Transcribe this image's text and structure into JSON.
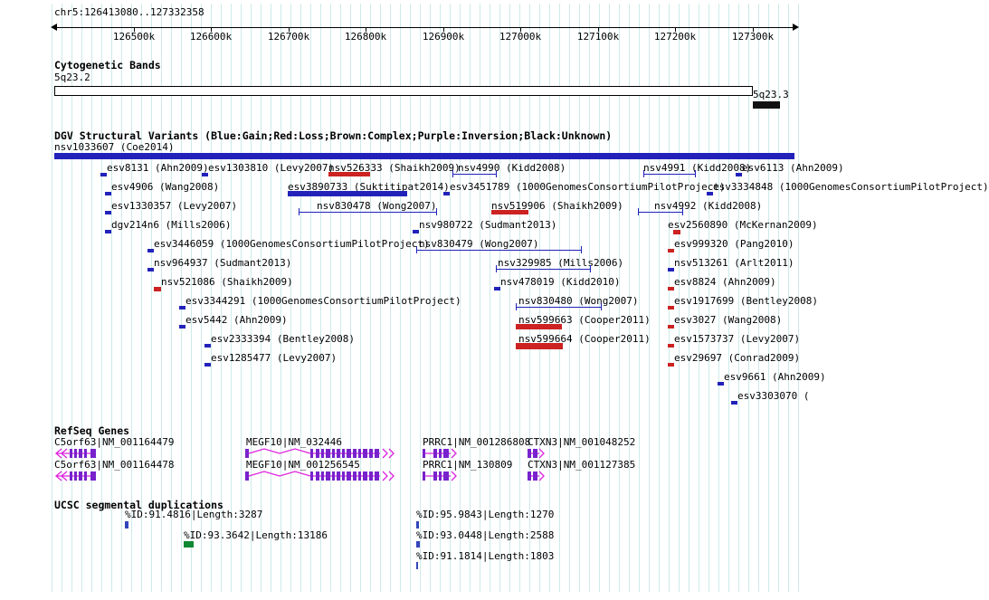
{
  "palette": {
    "gain": "#2222bb",
    "loss": "#cc2222",
    "complex": "#8b5a2b",
    "inversion": "#770099",
    "unknown": "#000000",
    "grid": "#cdeaea",
    "geneline": "#dd22dd",
    "exon": "#7722cc",
    "segblue": "#3344bb",
    "seggreen": "#118833",
    "band_fill": "#ffffff",
    "band_dark": "#111111"
  },
  "chart_data": {
    "type": "table",
    "title": "chr5:126413080..127332358",
    "chromosome": "chr5",
    "view_start_bp": 126413080,
    "view_end_bp": 127332358,
    "x_ticks": [
      "126500k",
      "126600k",
      "126700k",
      "126800k",
      "126900k",
      "127000k",
      "127100k",
      "127200k",
      "127300k"
    ],
    "tracks": [
      {
        "name": "Cytogenetic Bands",
        "features": [
          {
            "label": "5q23.2",
            "start_bp": 126413080,
            "end_bp": 127278400
          },
          {
            "label": "5q23.3",
            "start_bp": 127280700,
            "end_bp": 127332358
          }
        ]
      },
      {
        "name": "DGV Structural Variants (Blue:Gain;Red:Loss;Brown:Complex;Purple:Inversion;Black:Unknown)",
        "legend": {
          "Blue": "Gain",
          "Red": "Loss",
          "Brown": "Complex",
          "Purple": "Inversion",
          "Black": "Unknown"
        },
        "features": [
          {
            "label": "nsv1033607 (Coe2014)",
            "type": "gain",
            "start_bp": 126413080,
            "end_bp": 127332358
          },
          {
            "label": "esv8131 (Ahn2009)",
            "type": "gain",
            "pos_bp": 126473800
          },
          {
            "label": "esv1303810 (Levy2007)",
            "type": "gain",
            "pos_bp": 126599600
          },
          {
            "label": "nsv526333 (Shaikh2009)",
            "type": "loss",
            "start_bp": 126753600,
            "end_bp": 126805300
          },
          {
            "label": "nsv4990 (Kidd2008)",
            "type": "gain",
            "start_bp": 126907600,
            "end_bp": 126960400
          },
          {
            "label": "nsv4991 (Kidd2008)",
            "type": "gain",
            "start_bp": 127144700,
            "end_bp": 127207600
          },
          {
            "label": "esv6113 (Ahn2009)",
            "type": "gain",
            "pos_bp": 127262700
          },
          {
            "label": "esv4906 (Wang2008)",
            "type": "gain",
            "pos_bp": 126479400
          },
          {
            "label": "esv3890733 (Suktitipat2014)",
            "type": "gain",
            "start_bp": 126703000,
            "end_bp": 126851400
          },
          {
            "label": "esv3451789 (1000GenomesConsortiumPilotProject)",
            "type": "gain",
            "pos_bp": 126899700
          },
          {
            "label": "esv3334848 (1000GenomesConsortiumPilotProject)",
            "type": "gain",
            "pos_bp": 127226700
          },
          {
            "label": "esv1330357 (Levy2007)",
            "type": "gain",
            "pos_bp": 126479400
          },
          {
            "label": "nsv830478 (Wong2007)",
            "type": "gain",
            "start_bp": 126716500,
            "end_bp": 126886200
          },
          {
            "label": "nsv519906 (Shaikh2009)",
            "type": "loss",
            "start_bp": 126955900,
            "end_bp": 127002000
          },
          {
            "label": "nsv4992 (Kidd2008)",
            "type": "gain",
            "start_bp": 127137900,
            "end_bp": 127191900
          },
          {
            "label": "dgv214n6 (Mills2006)",
            "type": "gain",
            "pos_bp": 126479400
          },
          {
            "label": "nsv980722 (Sudmant2013)",
            "type": "gain",
            "pos_bp": 126861500
          },
          {
            "label": "esv2560890 (McKernan2009)",
            "type": "loss",
            "pos_bp": 127186300
          },
          {
            "label": "esv3446059 (1000GenomesConsortiumPilotProject)",
            "type": "gain",
            "pos_bp": 126532200
          },
          {
            "label": "nsv830479 (Wong2007)",
            "type": "gain",
            "start_bp": 126862600,
            "end_bp": 127066000
          },
          {
            "label": "esv999320 (Pang2010)",
            "type": "loss",
            "pos_bp": 127178400
          },
          {
            "label": "nsv964937 (Sudmant2013)",
            "type": "gain",
            "pos_bp": 126532200
          },
          {
            "label": "nsv329985 (Mills2006)",
            "type": "gain",
            "start_bp": 126961500,
            "end_bp": 127077200
          },
          {
            "label": "nsv513261 (Arlt2011)",
            "type": "gain",
            "pos_bp": 127178400
          },
          {
            "label": "nsv521086 (Shaikh2009)",
            "type": "loss",
            "pos_bp": 126541200
          },
          {
            "label": "nsv478019 (Kidd2010)",
            "type": "gain",
            "pos_bp": 126962600
          },
          {
            "label": "esv8824 (Ahn2009)",
            "type": "loss",
            "pos_bp": 127178400
          },
          {
            "label": "esv3344291 (1000GenomesConsortiumPilotProject)",
            "type": "gain",
            "pos_bp": 126571500
          },
          {
            "label": "nsv830480 (Wong2007)",
            "type": "gain",
            "start_bp": 126986200,
            "end_bp": 127090700
          },
          {
            "label": "esv1917699 (Bentley2008)",
            "type": "loss",
            "pos_bp": 127178400
          },
          {
            "label": "esv5442 (Ahn2009)",
            "type": "gain",
            "pos_bp": 126571500
          },
          {
            "label": "nsv599663 (Cooper2011)",
            "type": "loss",
            "start_bp": 126986200,
            "end_bp": 127043500
          },
          {
            "label": "esv3027 (Wang2008)",
            "type": "loss",
            "pos_bp": 127178400
          },
          {
            "label": "esv2333394 (Bentley2008)",
            "type": "gain",
            "pos_bp": 126603000
          },
          {
            "label": "nsv599664 (Cooper2011)",
            "type": "loss",
            "start_bp": 126986200,
            "end_bp": 127044700
          },
          {
            "label": "esv1573737 (Levy2007)",
            "type": "loss",
            "pos_bp": 127178400
          },
          {
            "label": "esv1285477 (Levy2007)",
            "type": "gain",
            "pos_bp": 126603000
          },
          {
            "label": "esv29697 (Conrad2009)",
            "type": "loss",
            "pos_bp": 127178400
          },
          {
            "label": "esv9661 (Ahn2009)",
            "type": "gain",
            "pos_bp": 127240200
          },
          {
            "label": "esv3303070 (",
            "type": "gain",
            "pos_bp": 127257100
          }
        ]
      },
      {
        "name": "RefSeq Genes",
        "features": [
          {
            "label": "C5orf63|NM_001164479",
            "gene": "C5orf63",
            "accession": "NM_001164479",
            "strand": "-"
          },
          {
            "label": "MEGF10|NM_032446",
            "gene": "MEGF10",
            "accession": "NM_032446",
            "strand": "+"
          },
          {
            "label": "PRRC1|NM_001286808",
            "gene": "PRRC1",
            "accession": "NM_001286808",
            "strand": "+"
          },
          {
            "label": "CTXN3|NM_001048252",
            "gene": "CTXN3",
            "accession": "NM_001048252",
            "strand": "+"
          },
          {
            "label": "C5orf63|NM_001164478",
            "gene": "C5orf63",
            "accession": "NM_001164478",
            "strand": "-"
          },
          {
            "label": "MEGF10|NM_001256545",
            "gene": "MEGF10",
            "accession": "NM_001256545",
            "strand": "+"
          },
          {
            "label": "PRRC1|NM_130809",
            "gene": "PRRC1",
            "accession": "NM_130809",
            "strand": "+"
          },
          {
            "label": "CTXN3|NM_001127385",
            "gene": "CTXN3",
            "accession": "NM_001127385",
            "strand": "+"
          }
        ]
      },
      {
        "name": "UCSC segmental duplications",
        "features": [
          {
            "label": "%ID:91.4816|Length:3287",
            "pct_id": 91.4816,
            "length_bp": 3287,
            "start_bp": 126500700
          },
          {
            "label": "%ID:93.3642|Length:13186",
            "pct_id": 93.3642,
            "length_bp": 13186,
            "start_bp": 126573800
          },
          {
            "label": "%ID:95.9843|Length:1270",
            "pct_id": 95.9843,
            "length_bp": 1270,
            "start_bp": 126862600
          },
          {
            "label": "%ID:93.0448|Length:2588",
            "pct_id": 93.0448,
            "length_bp": 2588,
            "start_bp": 126862600
          },
          {
            "label": "%ID:91.1814|Length:1803",
            "pct_id": 91.1814,
            "length_bp": 1803,
            "start_bp": 126863700
          }
        ]
      }
    ]
  }
}
